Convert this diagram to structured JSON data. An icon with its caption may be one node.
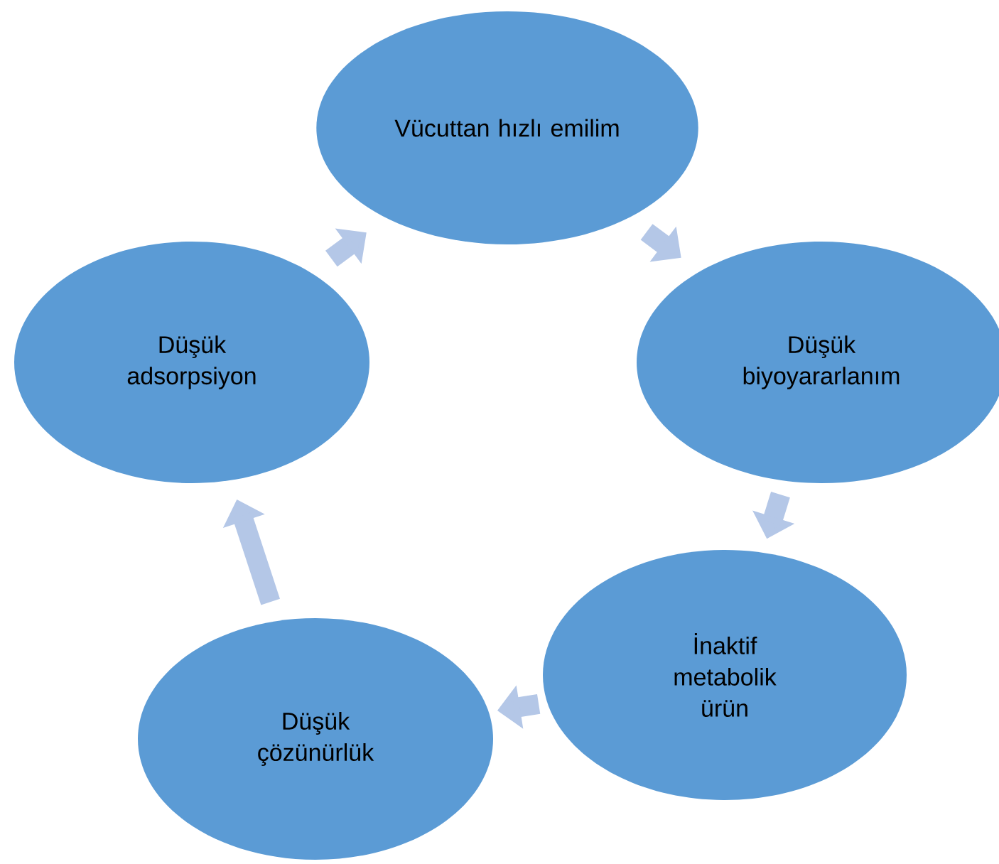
{
  "diagram": {
    "nodes": [
      {
        "text": [
          "Vücuttan hızlı emilim"
        ]
      },
      {
        "text": [
          "Düşük biyoyararlanım"
        ]
      },
      {
        "text": [
          "İnaktif metabolik ürün"
        ]
      },
      {
        "text": [
          "Düşük çözünürlük"
        ]
      },
      {
        "text": [
          "Düşük adsorpsiyon"
        ]
      }
    ],
    "edges": [
      {
        "from": 0,
        "to": 1,
        "arrow": "to"
      },
      {
        "from": 1,
        "to": 2,
        "arrow": "to"
      },
      {
        "from": 2,
        "to": 3,
        "arrow": "to"
      },
      {
        "from": 3,
        "to": 4,
        "arrow": "to"
      },
      {
        "from": 4,
        "to": 0,
        "arrow": "to"
      }
    ]
  }
}
